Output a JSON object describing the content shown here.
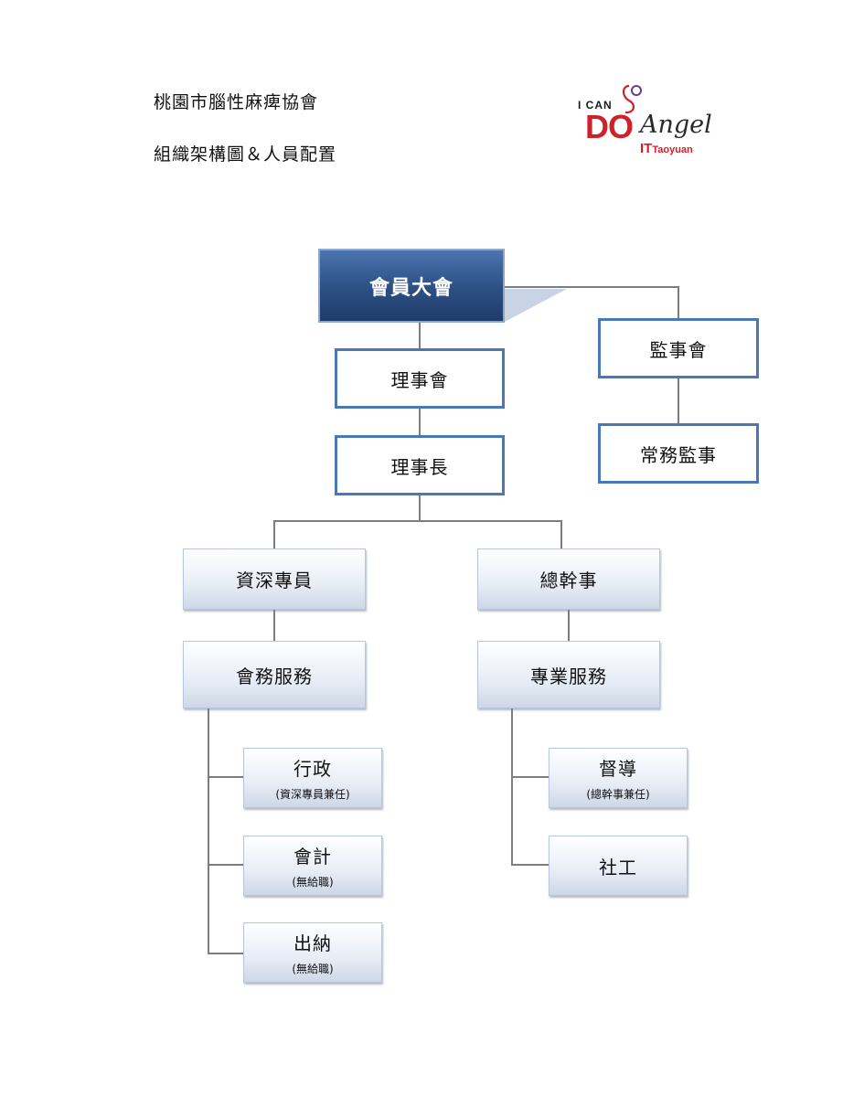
{
  "header": {
    "title_line_1": "桃園市腦性麻痺協會",
    "title_line_2": "組織架構圖＆人員配置"
  },
  "logo": {
    "top": "I CAN",
    "big": "DO",
    "script": "Angel",
    "bottom": "IT",
    "bottom_sub": "Taoyuan"
  },
  "org": {
    "general_assembly": "會員大會",
    "board_of_directors": "理事會",
    "chairman": "理事長",
    "supervisors_board": "監事會",
    "standing_supervisor": "常務監事",
    "senior_specialist": "資深專員",
    "secretary_general": "總幹事",
    "membership_services": "會務服務",
    "professional_services": "專業服務",
    "administration": {
      "label": "行政",
      "note": "(資深專員兼任)"
    },
    "accounting": {
      "label": "會計",
      "note": "(無給職)"
    },
    "cashier": {
      "label": "出納",
      "note": "(無給職)"
    },
    "supervision": {
      "label": "督導",
      "note": "(總幹事兼任)"
    },
    "social_work": {
      "label": "社工"
    }
  }
}
